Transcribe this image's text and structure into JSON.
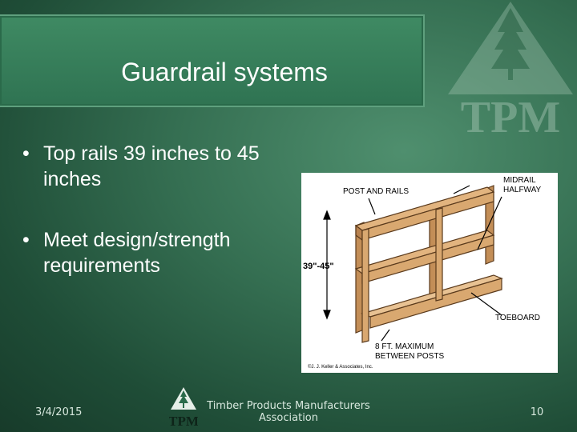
{
  "slide": {
    "title": "Guardrail systems",
    "bullets": [
      "Top rails 39 inches to 45 inches",
      "Meet design/strength requirements"
    ]
  },
  "watermark": {
    "text": "TPM"
  },
  "figure": {
    "label_post_rails": "POST AND RAILS",
    "label_midrail": "MIDRAIL",
    "label_halfway": "HALFWAY",
    "label_height": "39\"-45\"",
    "label_toeboard": "TOEBOARD",
    "label_max1": "8 FT. MAXIMUM",
    "label_max2": "BETWEEN POSTS",
    "credit": "©J. J. Keller & Associates, Inc."
  },
  "footer": {
    "date": "3/4/2015",
    "logo_text": "TPM",
    "org_line1": "Timber Products Manufacturers",
    "org_line2": "Association",
    "page": "10"
  },
  "colors": {
    "background": "#2f6b4c",
    "title_bar": "#3a8560",
    "wood": "#d9a870",
    "text": "#ffffff"
  }
}
